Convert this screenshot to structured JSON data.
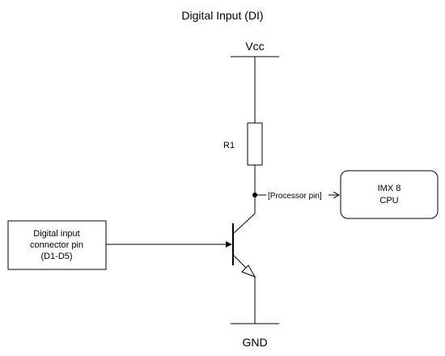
{
  "diagram": {
    "title": "Digital Input (DI)",
    "vcc_label": "Vcc",
    "gnd_label": "GND",
    "resistor_label": "R1",
    "processor_pin_label": "[Processor pin]",
    "cpu_box": {
      "line1": "IMX 8",
      "line2": "CPU"
    },
    "input_box": {
      "line1": "Digital input",
      "line2": "connector pin",
      "line3": "(D1-D5)"
    }
  }
}
